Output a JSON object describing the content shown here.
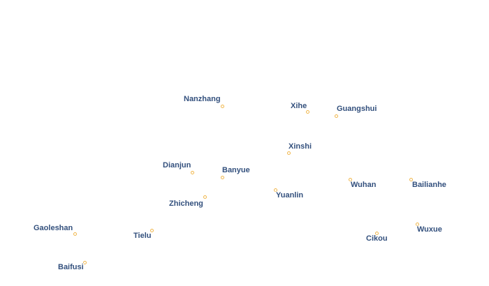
{
  "map": {
    "marker_color": "#f0b64a",
    "label_color": "#33507d",
    "places": [
      {
        "id": "nanzhang",
        "name": "Nanzhang"
      },
      {
        "id": "xihe",
        "name": "Xihe"
      },
      {
        "id": "guangshui",
        "name": "Guangshui"
      },
      {
        "id": "xinshi",
        "name": "Xinshi"
      },
      {
        "id": "dianjun",
        "name": "Dianjun"
      },
      {
        "id": "banyue",
        "name": "Banyue"
      },
      {
        "id": "yuanlin",
        "name": "Yuanlin"
      },
      {
        "id": "wuhan",
        "name": "Wuhan"
      },
      {
        "id": "bailianhe",
        "name": "Bailianhe"
      },
      {
        "id": "zhicheng",
        "name": "Zhicheng"
      },
      {
        "id": "gaoleshan",
        "name": "Gaoleshan"
      },
      {
        "id": "tielu",
        "name": "Tielu"
      },
      {
        "id": "cikou",
        "name": "Cikou"
      },
      {
        "id": "wuxue",
        "name": "Wuxue"
      },
      {
        "id": "baifusi",
        "name": "Baifusi"
      }
    ]
  }
}
